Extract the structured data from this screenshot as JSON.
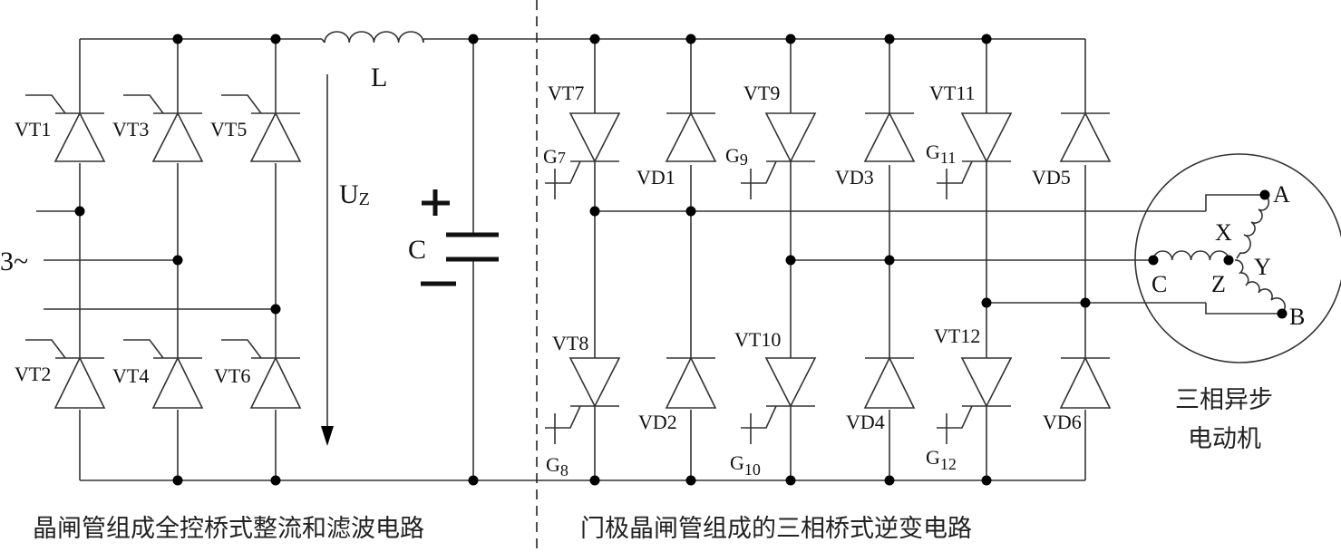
{
  "captions": {
    "rectifier": "晶闸管组成全控桥式整流和滤波电路",
    "inverter": "门极晶闸管组成的三相桥式逆变电路",
    "motor_line1": "三相异步",
    "motor_line2": "电动机"
  },
  "source": {
    "label": "3~"
  },
  "rectifier": {
    "upper": [
      "VT1",
      "VT3",
      "VT5"
    ],
    "lower": [
      "VT2",
      "VT4",
      "VT6"
    ]
  },
  "filter": {
    "inductor": "L",
    "capacitor": "C",
    "voltage_main": "U",
    "voltage_sub": "Z",
    "plus": "+",
    "minus": "−"
  },
  "inverter": {
    "upper_thyristors": [
      "VT7",
      "VT9",
      "VT11"
    ],
    "upper_gates": [
      {
        "g": "G",
        "n": "7"
      },
      {
        "g": "G",
        "n": "9"
      },
      {
        "g": "G",
        "n": "11"
      }
    ],
    "upper_diodes": [
      "VD1",
      "VD3",
      "VD5"
    ],
    "lower_thyristors": [
      "VT8",
      "VT10",
      "VT12"
    ],
    "lower_gates": [
      {
        "g": "G",
        "n": "8"
      },
      {
        "g": "G",
        "n": "10"
      },
      {
        "g": "G",
        "n": "12"
      }
    ],
    "lower_diodes": [
      "VD2",
      "VD4",
      "VD6"
    ]
  },
  "motor": {
    "terminals": [
      "A",
      "B",
      "C"
    ],
    "neutral_ends": [
      "X",
      "Y",
      "Z"
    ]
  }
}
